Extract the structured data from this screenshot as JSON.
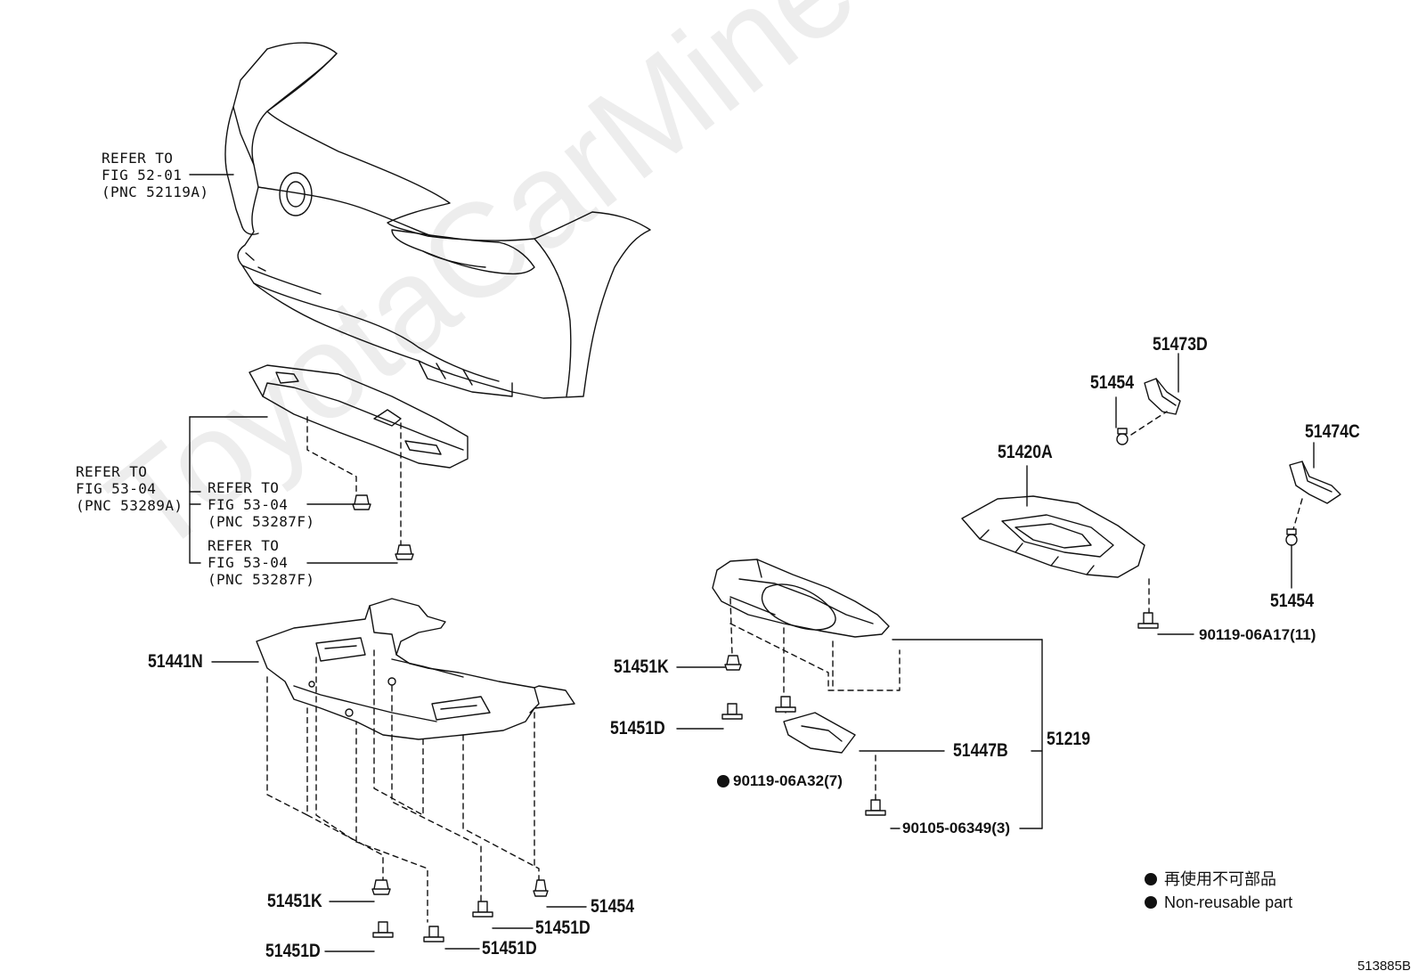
{
  "watermark": "ToyotaCarMine.ru",
  "figure_code": "513885B",
  "refs": {
    "bumper": [
      "REFER TO",
      "FIG 52-01",
      "(PNC 52119A)"
    ],
    "cover": [
      "REFER TO",
      "FIG 53-04",
      "(PNC 53289A)"
    ],
    "clip1": [
      "REFER TO",
      "FIG 53-04",
      "(PNC 53287F)"
    ],
    "clip2": [
      "REFER TO",
      "FIG 53-04",
      "(PNC 53287F)"
    ]
  },
  "parts": {
    "p51441N": "51441N",
    "p51451K_left": "51451K",
    "p51451D_left": "51451D",
    "p51451D_mid": "51451D",
    "p51451D_right": "51451D",
    "p51454_bottom": "51454",
    "p51451K_center": "51451K",
    "p51451D_center": "51451D",
    "p90119_06A32": "90119-06A32",
    "p90119_06A32_qty": "(7)",
    "p51447B": "51447B",
    "p51219": "51219",
    "p90105_06349": "90105-06349",
    "p90105_06349_qty": "(3)",
    "p51420A": "51420A",
    "p90119_06A17": "90119-06A17",
    "p90119_06A17_qty": "(11)",
    "p51473D": "51473D",
    "p51454_top": "51454",
    "p51474C": "51474C",
    "p51454_right": "51454"
  },
  "legend": {
    "jp": "再使用不可部品",
    "en": "Non-reusable part"
  },
  "colors": {
    "ink": "#111111",
    "watermark": "rgba(0,0,0,0.07)"
  }
}
